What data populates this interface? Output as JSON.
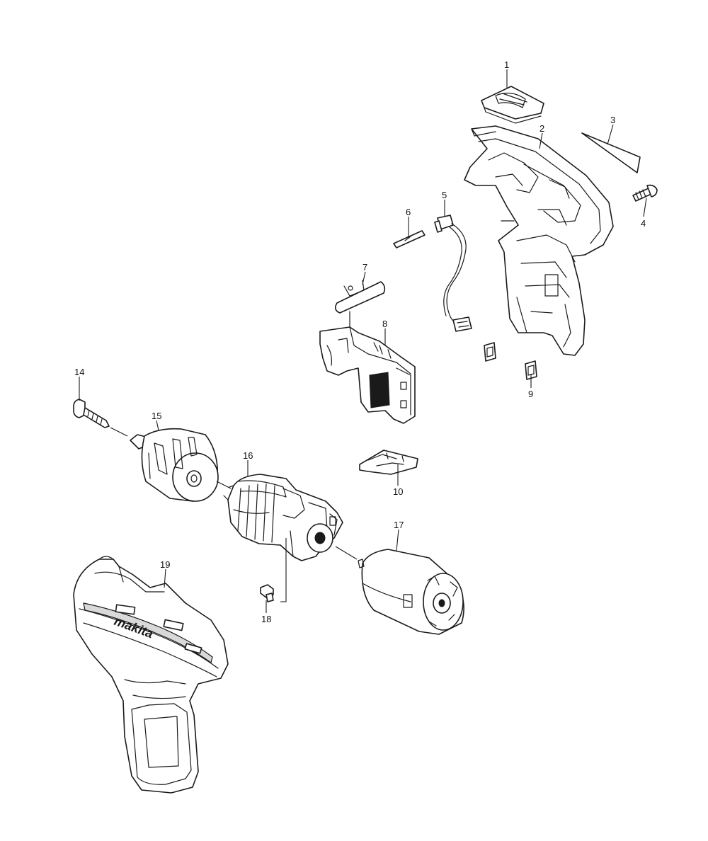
{
  "callouts": [
    "1",
    "2",
    "3",
    "4",
    "5",
    "6",
    "7",
    "8",
    "9",
    "10",
    "14",
    "15",
    "16",
    "17",
    "18",
    "19"
  ],
  "brand_logo": "makita"
}
